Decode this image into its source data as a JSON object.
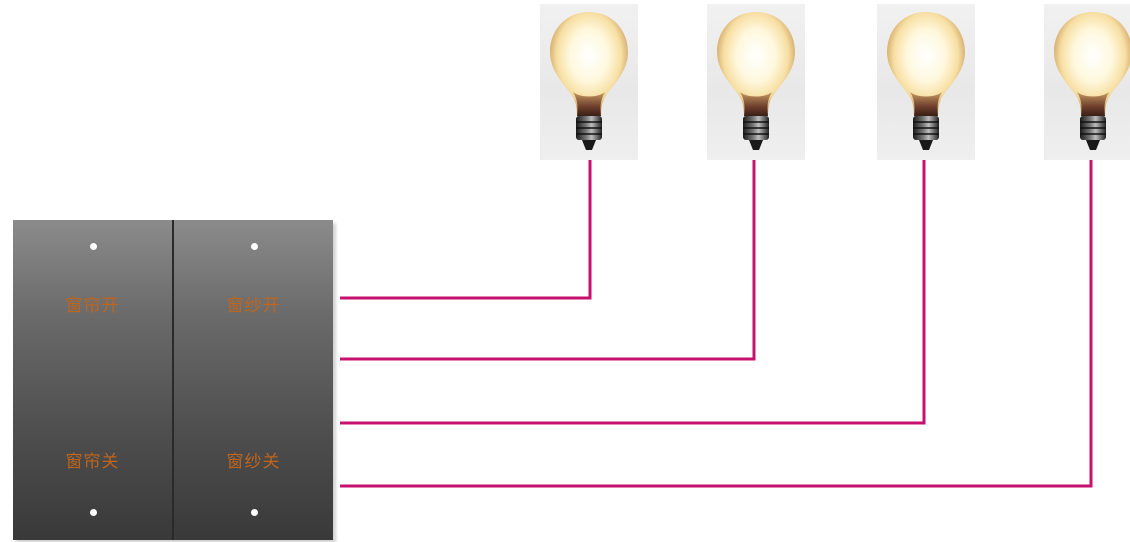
{
  "panel": {
    "left_key": {
      "top_label": "窗帘开",
      "bottom_label": "窗帘关"
    },
    "right_key": {
      "top_label": "窗纱开",
      "bottom_label": "窗纱关"
    }
  },
  "bulbs": [
    {
      "icon": "light-bulb-icon"
    },
    {
      "icon": "light-bulb-icon"
    },
    {
      "icon": "light-bulb-icon"
    },
    {
      "icon": "light-bulb-icon"
    }
  ],
  "colors": {
    "wire": "#c8106e",
    "label": "#c0651c",
    "panel": "#5a5a5a"
  }
}
